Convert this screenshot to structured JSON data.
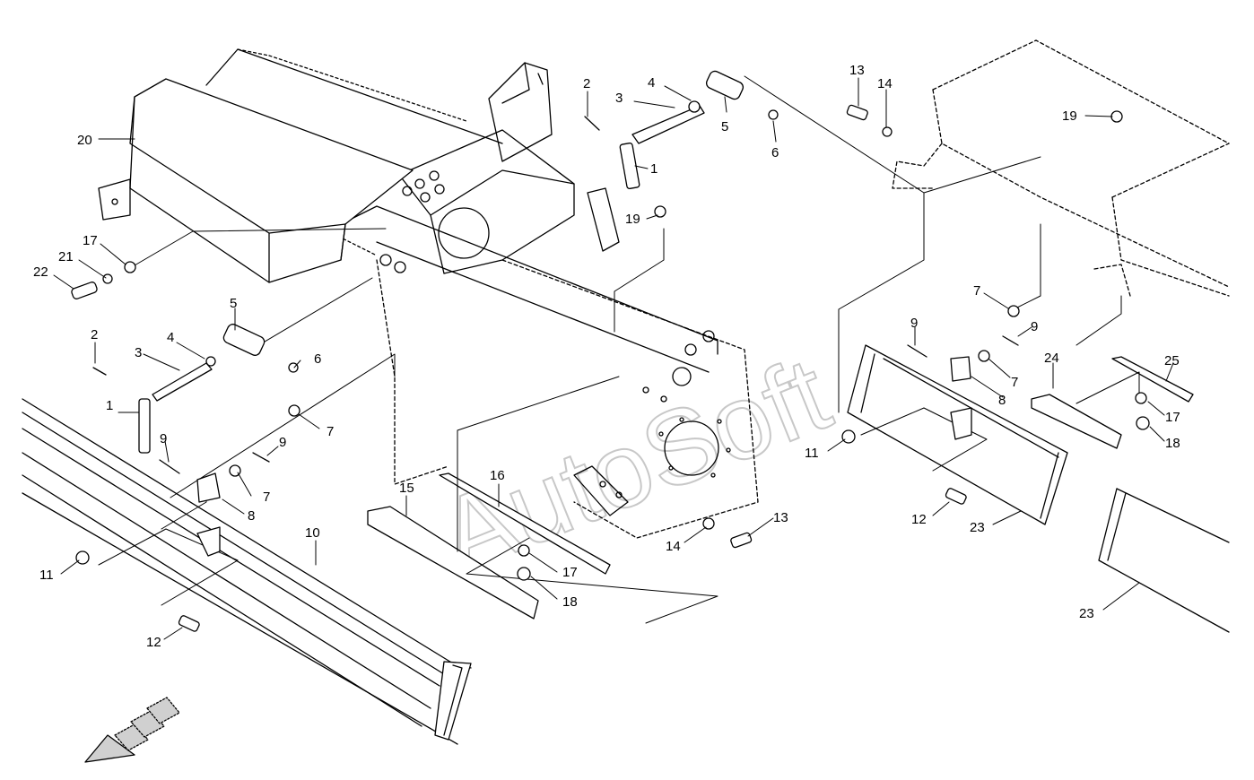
{
  "watermark": "AutoSoft",
  "callouts": [
    {
      "id": "c20",
      "text": "20"
    },
    {
      "id": "c17a",
      "text": "17"
    },
    {
      "id": "c21",
      "text": "21"
    },
    {
      "id": "c22",
      "text": "22"
    },
    {
      "id": "c2a",
      "text": "2"
    },
    {
      "id": "c3a",
      "text": "3"
    },
    {
      "id": "c4a",
      "text": "4"
    },
    {
      "id": "c5a",
      "text": "5"
    },
    {
      "id": "c6a",
      "text": "6"
    },
    {
      "id": "c1a",
      "text": "1"
    },
    {
      "id": "c19a",
      "text": "19"
    },
    {
      "id": "c2b",
      "text": "2"
    },
    {
      "id": "c3b",
      "text": "3"
    },
    {
      "id": "c4b",
      "text": "4"
    },
    {
      "id": "c5b",
      "text": "5"
    },
    {
      "id": "c6b",
      "text": "6"
    },
    {
      "id": "c1b",
      "text": "1"
    },
    {
      "id": "c7a",
      "text": "7"
    },
    {
      "id": "c9a",
      "text": "9"
    },
    {
      "id": "c9b",
      "text": "9"
    },
    {
      "id": "c7b",
      "text": "7"
    },
    {
      "id": "c8a",
      "text": "8"
    },
    {
      "id": "c10",
      "text": "10"
    },
    {
      "id": "c11a",
      "text": "11"
    },
    {
      "id": "c12a",
      "text": "12"
    },
    {
      "id": "c15",
      "text": "15"
    },
    {
      "id": "c16",
      "text": "16"
    },
    {
      "id": "c17b",
      "text": "17"
    },
    {
      "id": "c18a",
      "text": "18"
    },
    {
      "id": "c13a",
      "text": "13"
    },
    {
      "id": "c14a",
      "text": "14"
    },
    {
      "id": "c13b",
      "text": "13"
    },
    {
      "id": "c14b",
      "text": "14"
    },
    {
      "id": "c19b",
      "text": "19"
    },
    {
      "id": "c7c",
      "text": "7"
    },
    {
      "id": "c9c",
      "text": "9"
    },
    {
      "id": "c9d",
      "text": "9"
    },
    {
      "id": "c7d",
      "text": "7"
    },
    {
      "id": "c8b",
      "text": "8"
    },
    {
      "id": "c11b",
      "text": "11"
    },
    {
      "id": "c12b",
      "text": "12"
    },
    {
      "id": "c23a",
      "text": "23"
    },
    {
      "id": "c24",
      "text": "24"
    },
    {
      "id": "c25",
      "text": "25"
    },
    {
      "id": "c17c",
      "text": "17"
    },
    {
      "id": "c18b",
      "text": "18"
    },
    {
      "id": "c23b",
      "text": "23"
    }
  ]
}
